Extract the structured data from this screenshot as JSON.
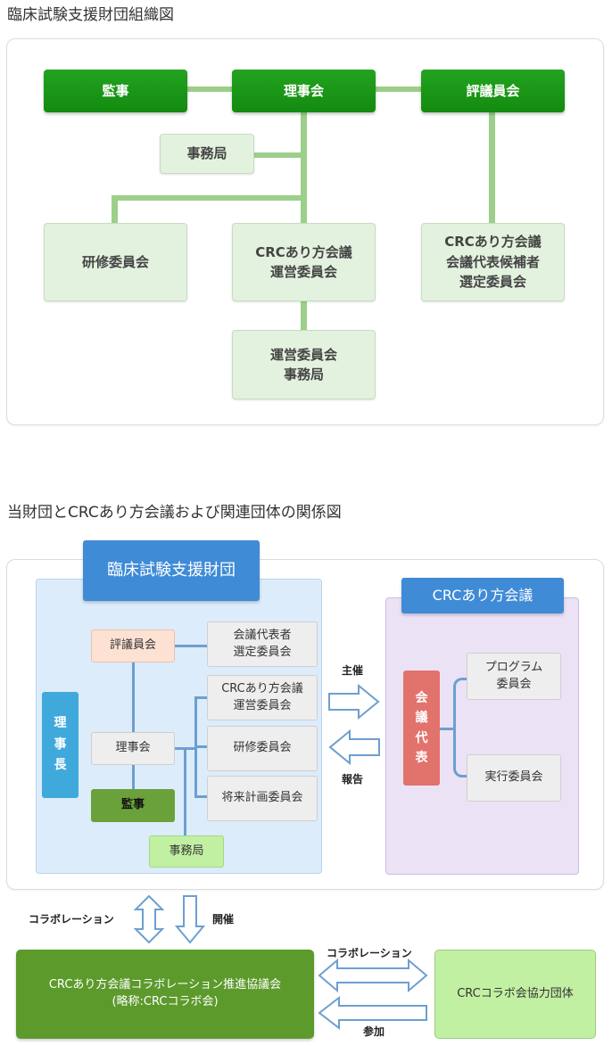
{
  "section1": {
    "title": "臨床試験支援財団組織図",
    "nodes": {
      "kanji": "監事",
      "rijikai": "理事会",
      "hyogiinkai": "評議員会",
      "jimukyoku": "事務局",
      "kenshu": "研修委員会",
      "unei": "CRCあり方会議\n運営委員会",
      "kouho": "CRCあり方会議\n会議代表候補者\n選定委員会",
      "unei_jimu": "運営委員会\n事務局"
    }
  },
  "section2": {
    "title": "当財団とCRCあり方会議および関連団体の関係図",
    "foundation": {
      "label": "臨床試験支援財団",
      "rijicho": "理\n事\n長",
      "hyogiinkai": "評議員会",
      "rijikai": "理事会",
      "kanji": "監事",
      "jimukyoku": "事務局",
      "daihyo_senteiiinkai": "会議代表者\n選定委員会",
      "unei": "CRCあり方会議\n運営委員会",
      "kenshu": "研修委員会",
      "shorai": "将来計画委員会"
    },
    "conference": {
      "label": "CRCあり方会議",
      "daihyo": "会\n議\n代\n表",
      "program": "プログラム\n委員会",
      "jikko": "実行委員会"
    },
    "arrows": {
      "shusai": "主催",
      "hokoku": "報告",
      "collab_left": "コラボレーション",
      "kaisai": "開催",
      "collab_right": "コラボレーション",
      "sanka": "参加"
    },
    "collab_council": "CRCあり方会議コラボレーション推進協議会\n(略称:CRCコラボ会)",
    "partner": "CRCコラボ会協力団体"
  },
  "colors": {
    "dark_green": "#1a9a17",
    "light_green": "#e3f2de",
    "blue": "#3f8bd6",
    "light_blue": "#dcecfa",
    "lavender": "#ece2f6",
    "arrow_blue": "#6d9fd0"
  }
}
